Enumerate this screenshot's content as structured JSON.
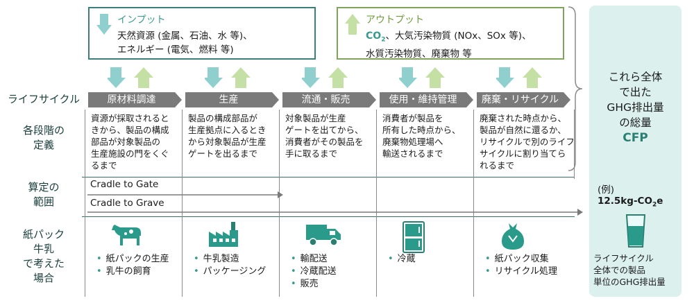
{
  "input_box": {
    "title": "インプット",
    "line1": "天然資源 (金属、石油、水 等)、",
    "line2": "エネルギー (電気、燃料 等)"
  },
  "output_box": {
    "title": "アウトプット",
    "co2": "CO",
    "co2_sub": "2",
    "line1_rest": "、大気汚染物質 (NOx、SOx 等)、",
    "line2": "水質汚染物質、廃棄物 等"
  },
  "rows": {
    "lifecycle": "ライフサイクル",
    "definition_1": "各段階の",
    "definition_2": "定義",
    "scope_1": "算定の",
    "scope_2": "範囲",
    "example_1": "紙パック",
    "example_2": "牛乳",
    "example_3": "で考えた",
    "example_4": "場合"
  },
  "stages": [
    {
      "label": "原材料調達",
      "definition": [
        "資源が採取されると",
        "きから、製品の構成",
        "部品が対象製品の",
        "生産施設の門をくぐ",
        "るまで"
      ],
      "bullets": [
        "紙パックの生産",
        "乳牛の飼育"
      ],
      "icon": "cow-icon"
    },
    {
      "label": "生産",
      "definition": [
        "製品の構成部品が",
        "生産拠点に入るとき",
        "から対象製品が生産",
        "ゲートを出るまで"
      ],
      "bullets": [
        "牛乳製造",
        "パッケージング"
      ],
      "icon": "factory-icon"
    },
    {
      "label": "流通・販売",
      "definition": [
        "対象製品が生産",
        "ゲートを出てから、",
        "消費者がその製品を",
        "手に取るまで"
      ],
      "bullets": [
        "輸配送",
        "冷蔵配送",
        "販売"
      ],
      "icon": "truck-icon"
    },
    {
      "label": "使用・維持管理",
      "definition": [
        "消費者が製品を",
        "所有した時点から、",
        "廃棄物処理場へ",
        "輸送されるまで"
      ],
      "bullets": [
        "冷蔵"
      ],
      "icon": "refrigerator-icon"
    },
    {
      "label": "廃棄・リサイクル",
      "definition": [
        "廃棄された時点から、",
        "製品が自然に還るか、",
        "リサイクルで別のライフ",
        "サイクルに割り当てら",
        "れるまで"
      ],
      "bullets": [
        "紙パック収集",
        "リサイクル処理"
      ],
      "icon": "garbage-bag-icon"
    }
  ],
  "scope": {
    "gate": "Cradle to Gate",
    "grave": "Cradle to Grave"
  },
  "cfp_panel": {
    "line1": "これら全体",
    "line2": "で出た",
    "line3": "GHG排出量",
    "line4": "の総量",
    "cfp": "CFP",
    "example_label": "(例)",
    "example_value": "12.5kg-CO",
    "example_sub": "2",
    "example_unit": "e",
    "note1": "ライフサイクル",
    "note2": "全体での製品",
    "note3": "単位のGHG排出量"
  },
  "colors": {
    "teal": "#3a9a8e",
    "green": "#7fa35a",
    "arrow_teal": "#8fd0cf",
    "arrow_green": "#c5e0a5",
    "stage_gray": "#7a7a7a",
    "panel_bg": "#dcf1ee"
  }
}
